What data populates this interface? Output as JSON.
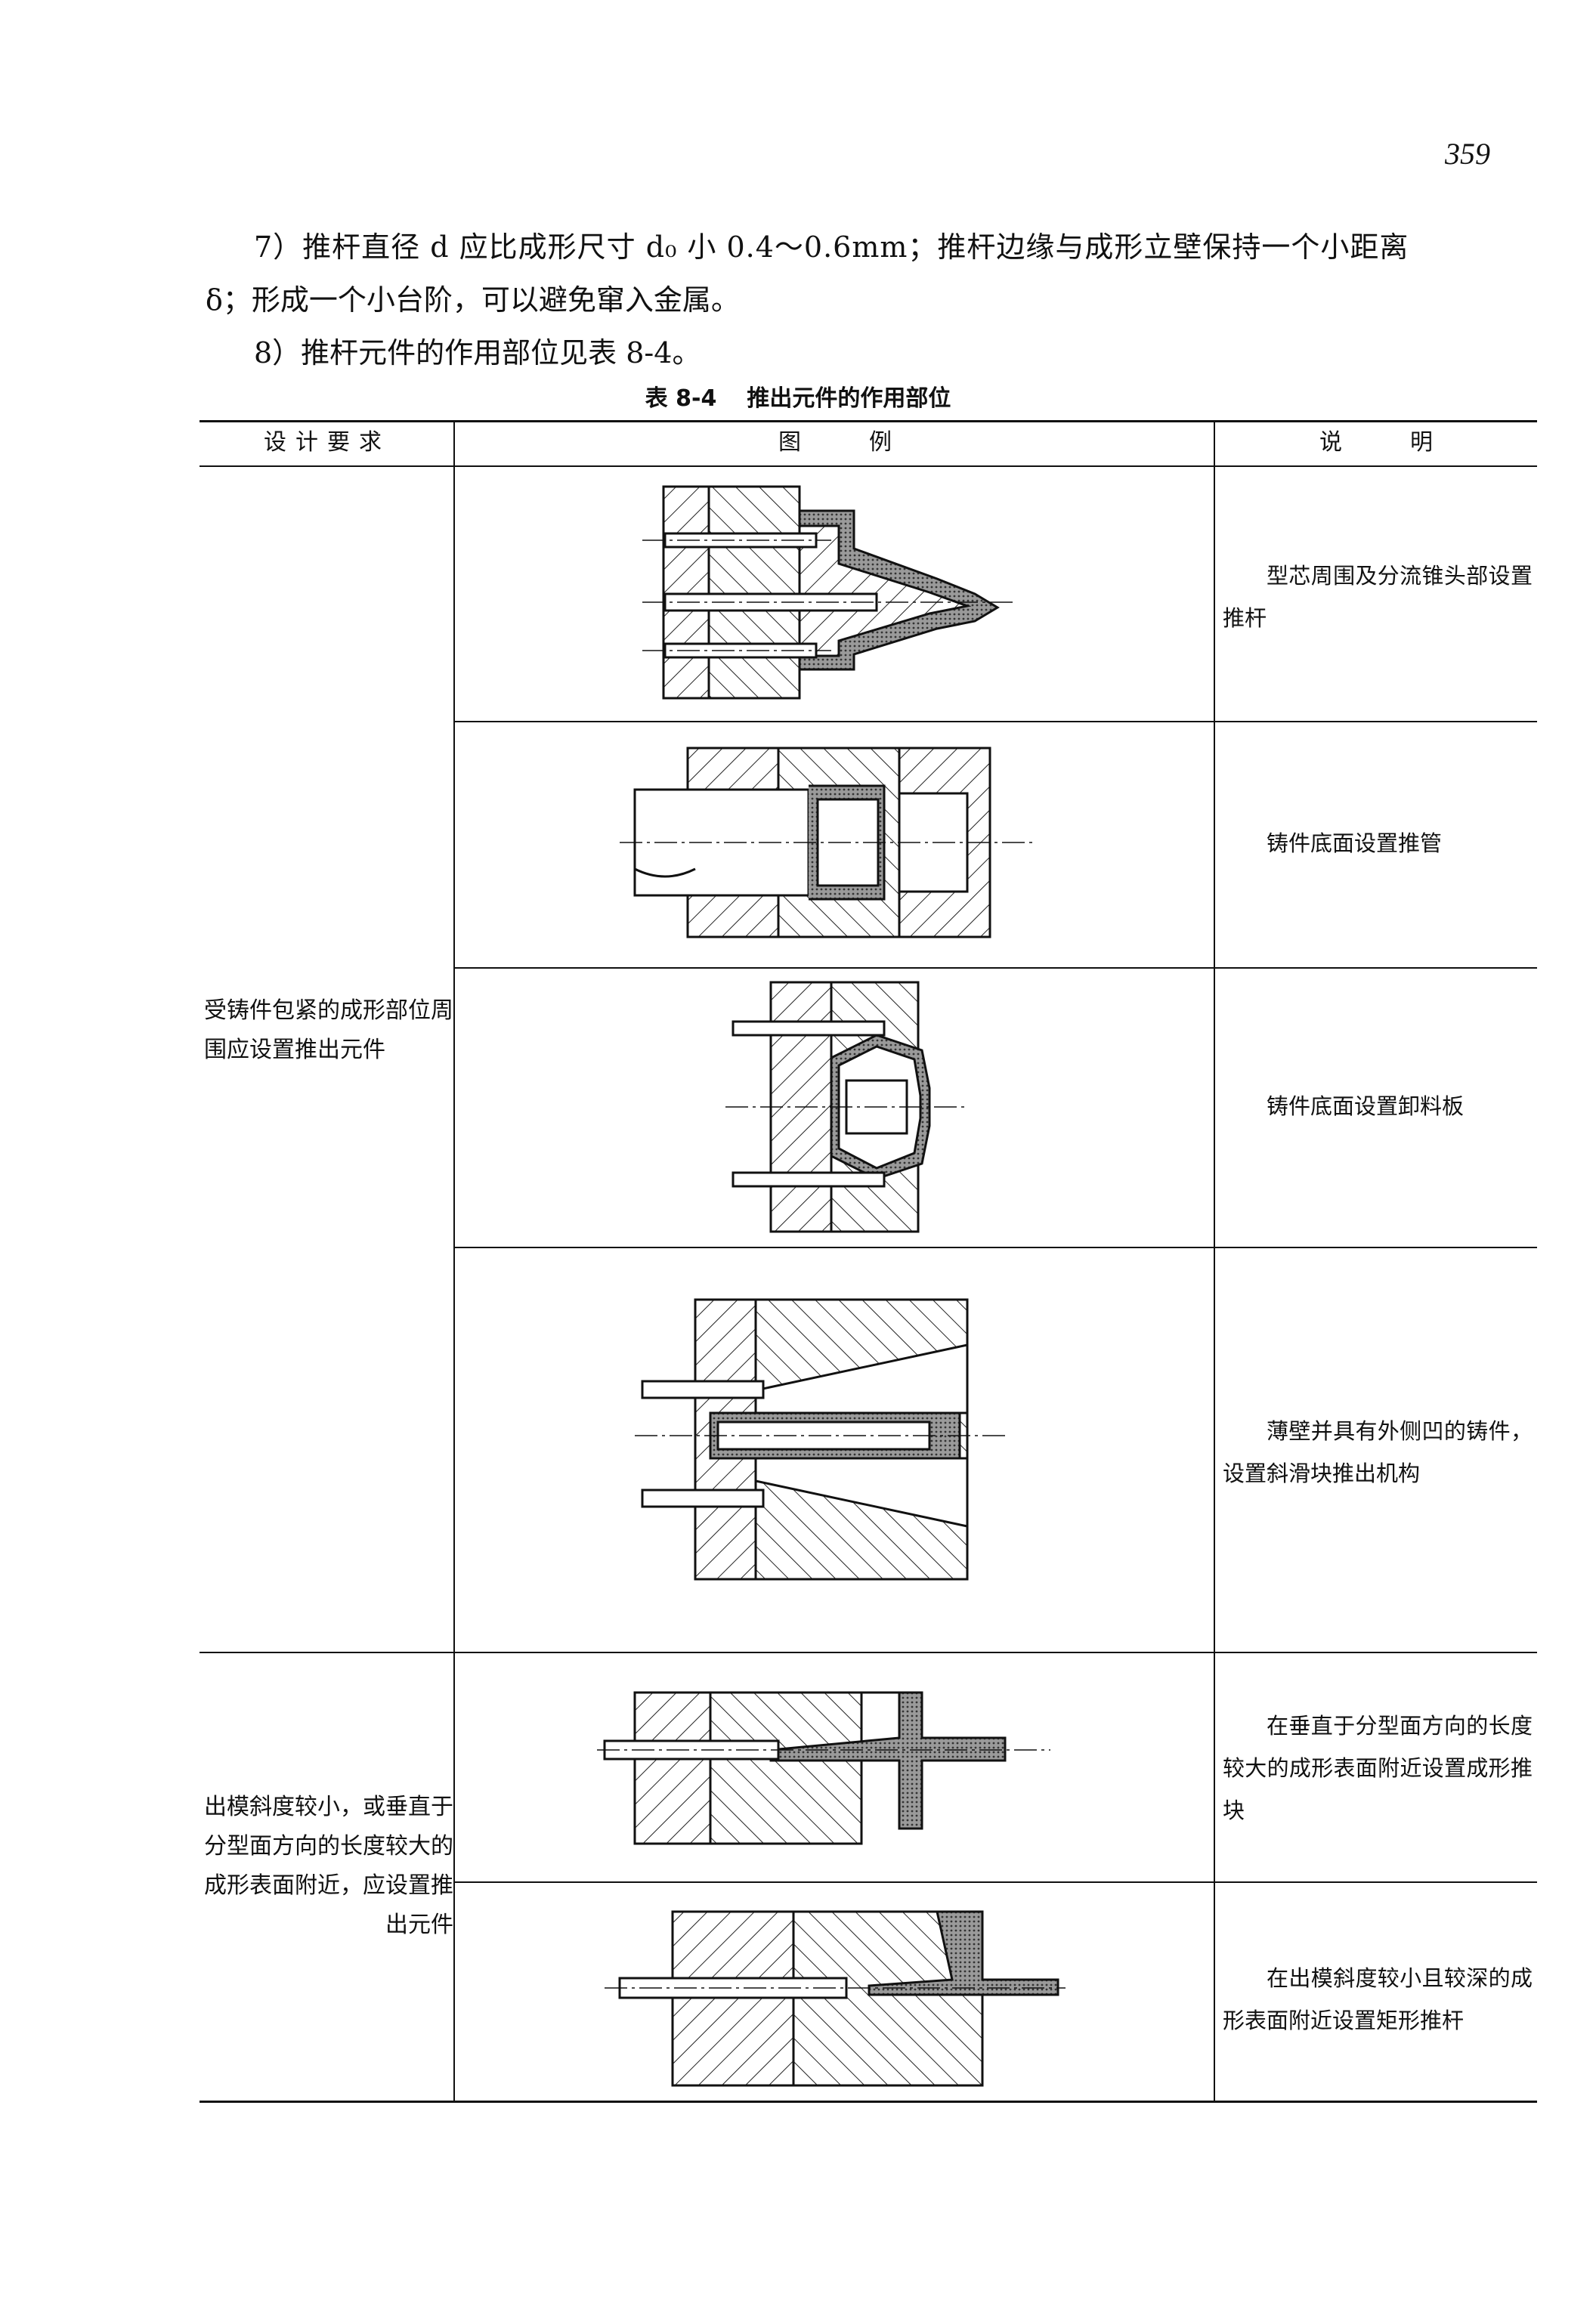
{
  "page_number": "359",
  "paragraphs": {
    "p7_line1": "7）推杆直径 d 应比成形尺寸 d₀ 小 0.4～0.6mm；推杆边缘与成形立壁保持一个小距离",
    "p7_line2": "δ；形成一个小台阶，可以避免窜入金属。",
    "p8": "8）推杆元件的作用部位见表 8-4。"
  },
  "table": {
    "caption_number": "表 8-4",
    "caption_title": "推出元件的作用部位",
    "headers": {
      "requirement": "设计要求",
      "figure_a": "图",
      "figure_b": "例",
      "note_a": "说",
      "note_b": "明"
    },
    "groups": [
      {
        "requirement": "受铸件包紧的成形部位周围应设置推出元件"
      },
      {
        "requirement": "出模斜度较小，或垂直于分型面方向的长度较大的成形表面附近，应设置推出元件"
      }
    ],
    "rows": [
      {
        "note": "型芯周围及分流锥头部设置推杆"
      },
      {
        "note": "铸件底面设置推管"
      },
      {
        "note": "铸件底面设置卸料板"
      },
      {
        "note": "薄壁并具有外侧凹的铸件，设置斜滑块推出机构"
      },
      {
        "note": "在垂直于分型面方向的长度较大的成形表面附近设置成形推块"
      },
      {
        "note": "在出模斜度较小且较深的成形表面附近设置矩形推杆"
      }
    ]
  }
}
